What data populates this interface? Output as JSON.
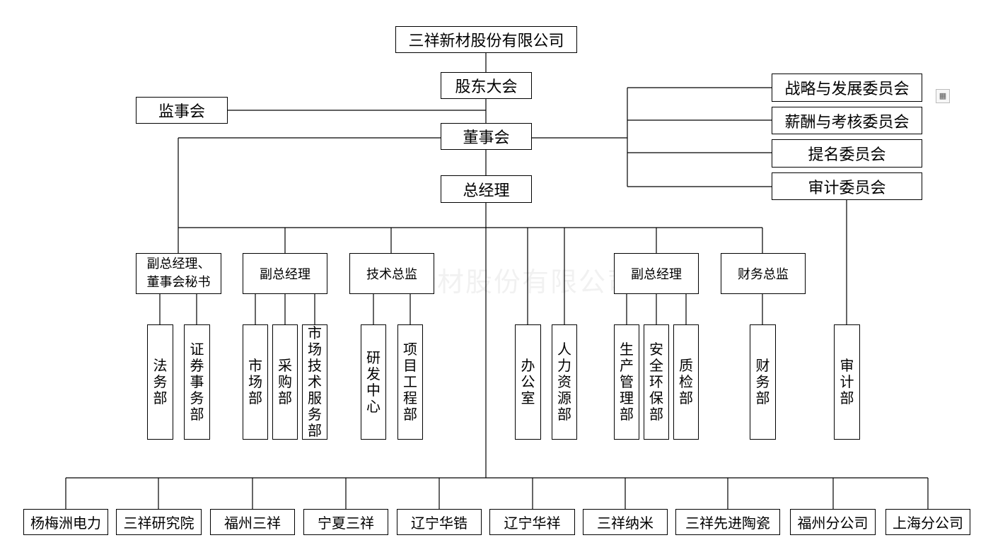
{
  "top": {
    "company": "三祥新材股份有限公司",
    "shareholders": "股东大会",
    "supervisors": "监事会",
    "board": "董事会",
    "gm": "总经理"
  },
  "committees": [
    "战略与发展委员会",
    "薪酬与考核委员会",
    "提名委员会",
    "审计委员会"
  ],
  "executives": [
    {
      "lines": [
        "副总经理、",
        "董事会秘书"
      ]
    },
    {
      "lines": [
        "副总经理"
      ]
    },
    {
      "lines": [
        "技术总监"
      ]
    },
    {
      "lines": [
        "副总经理"
      ]
    },
    {
      "lines": [
        "财务总监"
      ]
    }
  ],
  "departments": [
    "法务部",
    "证券事务部",
    "市场部",
    "采购部",
    "市场技术服务部",
    "研发中心",
    "项目工程部",
    "办公室",
    "人力资源部",
    "生产管理部",
    "安全环保部",
    "质检部",
    "财务部",
    "审计部"
  ],
  "subsidiaries": [
    "杨梅洲电力",
    "三祥研究院",
    "福州三祥",
    "宁夏三祥",
    "辽宁华锆",
    "辽宁华祥",
    "三祥纳米",
    "三祥先进陶瓷",
    "福州分公司",
    "上海分公司"
  ],
  "watermark": "三祥新材股份有限公司",
  "icons": {
    "corner": "qr-code-icon"
  }
}
